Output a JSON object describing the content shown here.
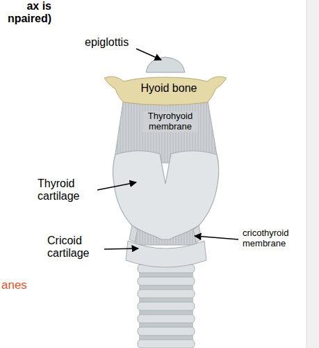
{
  "diagram": {
    "labels": [
      "ax is npaired)",
      "epiglottis",
      "Hyoid bone",
      "Thyrohyoid membrane",
      "Thyroid cartilage",
      "Cricoid cartilage",
      "cricothyroid membrane",
      "anes"
    ]
  }
}
